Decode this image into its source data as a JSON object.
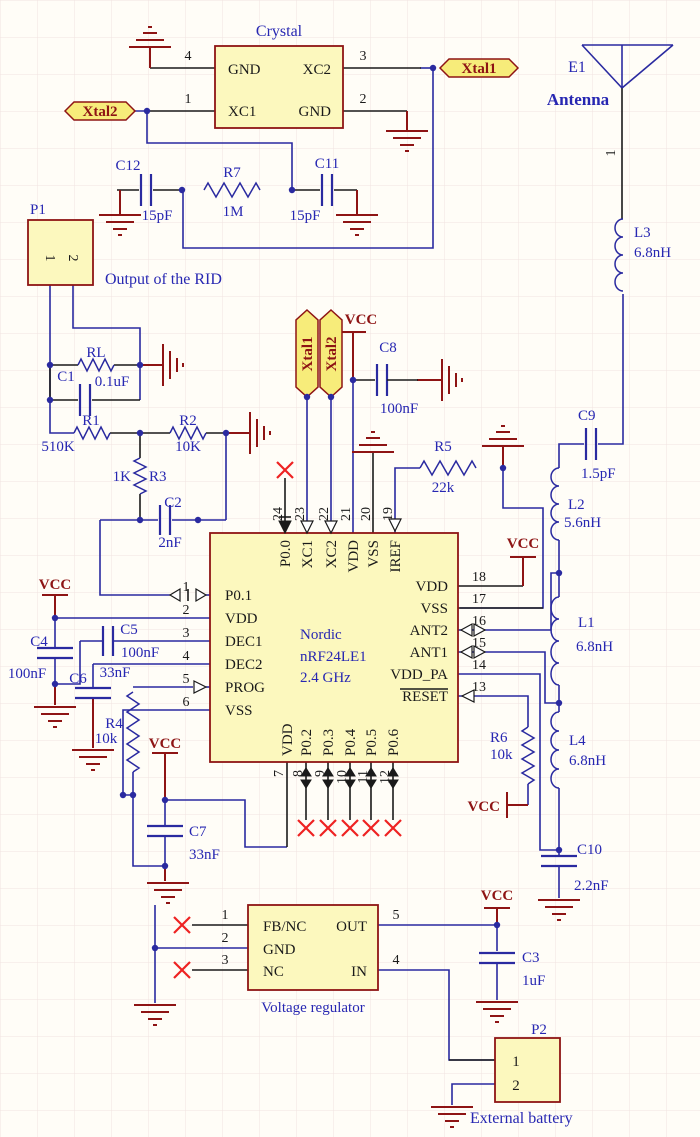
{
  "sch": {
    "vcc": "VCC",
    "crystal": {
      "label": "Crystal",
      "gnd_tl": "GND",
      "xc2": "XC2",
      "xc1": "XC1",
      "gnd_br": "GND",
      "n4": "4",
      "n3": "3",
      "n1": "1",
      "n2": "2"
    },
    "ports": {
      "xtal1": "Xtal1",
      "xtal2": "Xtal2"
    },
    "caps": {
      "c12": {
        "ref": "C12",
        "val": "15pF"
      },
      "c11": {
        "ref": "C11",
        "val": "15pF"
      },
      "c1": {
        "ref": "C1",
        "val": "0.1uF"
      },
      "c2": {
        "ref": "C2",
        "val": "2nF"
      },
      "c8": {
        "ref": "C8",
        "val": "100nF"
      },
      "c9": {
        "ref": "C9",
        "val": "1.5pF"
      },
      "c10": {
        "ref": "C10",
        "val": "2.2nF"
      },
      "c4": {
        "ref": "C4",
        "val": "100nF"
      },
      "c5": {
        "ref": "C5",
        "val": "100nF"
      },
      "c6": {
        "ref": "C6",
        "val": "33nF"
      },
      "c7": {
        "ref": "C7",
        "val": "33nF"
      },
      "c3": {
        "ref": "C3",
        "val": "1uF"
      }
    },
    "res": {
      "r7": {
        "ref": "R7",
        "val": "1M"
      },
      "rl": {
        "ref": "RL"
      },
      "r1": {
        "ref": "R1",
        "val": "510K"
      },
      "r2": {
        "ref": "R2",
        "val": "10K"
      },
      "r3": {
        "ref": "R3",
        "val": "1K"
      },
      "r5": {
        "ref": "R5",
        "val": "22k"
      },
      "r4": {
        "ref": "R4",
        "val": "10k"
      },
      "r6": {
        "ref": "R6",
        "val": "10k"
      }
    },
    "ind": {
      "l3": {
        "ref": "L3",
        "val": "6.8nH"
      },
      "l2": {
        "ref": "L2",
        "val": "5.6nH"
      },
      "l1": {
        "ref": "L1",
        "val": "6.8nH"
      },
      "l4": {
        "ref": "L4",
        "val": "6.8nH"
      }
    },
    "p1": {
      "ref": "P1",
      "note": "Output of the RID",
      "n1": "1",
      "n2": "2"
    },
    "p2": {
      "ref": "P2",
      "note": "External battery",
      "n1": "1",
      "n2": "2"
    },
    "antenna": {
      "ref": "E1",
      "name": "Antenna",
      "pin": "1"
    },
    "ic": {
      "line1": "Nordic",
      "line2": "nRF24LE1",
      "line3": "2.4 GHz",
      "left": [
        {
          "n": "1",
          "name": "P0.1"
        },
        {
          "n": "2",
          "name": "VDD"
        },
        {
          "n": "3",
          "name": "DEC1"
        },
        {
          "n": "4",
          "name": "DEC2"
        },
        {
          "n": "5",
          "name": "PROG"
        },
        {
          "n": "6",
          "name": "VSS"
        }
      ],
      "right": [
        {
          "n": "18",
          "name": "VDD"
        },
        {
          "n": "17",
          "name": "VSS"
        },
        {
          "n": "16",
          "name": "ANT2"
        },
        {
          "n": "15",
          "name": "ANT1"
        },
        {
          "n": "14",
          "name": "VDD_PA"
        },
        {
          "n": "13",
          "name": "RESET"
        }
      ],
      "top": [
        {
          "n": "24",
          "name": "P0.0"
        },
        {
          "n": "23",
          "name": "XC1"
        },
        {
          "n": "22",
          "name": "XC2"
        },
        {
          "n": "21",
          "name": "VDD"
        },
        {
          "n": "20",
          "name": "VSS"
        },
        {
          "n": "19",
          "name": "IREF"
        }
      ],
      "bottom": [
        {
          "n": "7",
          "name": "VDD"
        },
        {
          "n": "8",
          "name": "P0.2"
        },
        {
          "n": "9",
          "name": "P0.3"
        },
        {
          "n": "10",
          "name": "P0.4"
        },
        {
          "n": "11",
          "name": "P0.5"
        },
        {
          "n": "12",
          "name": "P0.6"
        }
      ]
    },
    "regulator": {
      "note": "Voltage regulator",
      "fbnc": "FB/NC",
      "out": "OUT",
      "gnd": "GND",
      "nc": "NC",
      "in": "IN",
      "n1": "1",
      "n2": "2",
      "n3": "3",
      "n4": "4",
      "n5": "5"
    }
  }
}
